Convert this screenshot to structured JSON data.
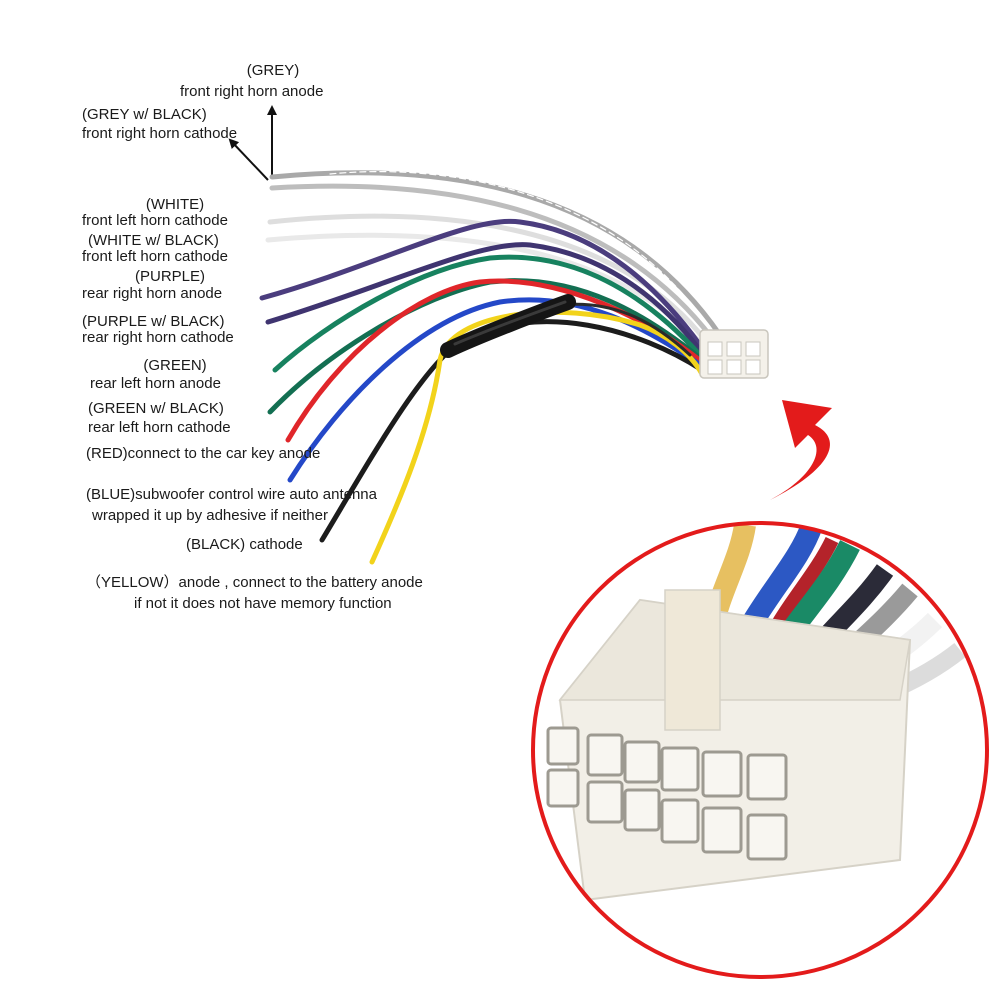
{
  "wire_labels": {
    "grey_color": "(GREY)",
    "grey_desc": "front right horn anode",
    "grey_black_color": "(GREY w/ BLACK)",
    "grey_black_desc": "front right horn cathode",
    "white_color": "(WHITE)",
    "white_desc": "front left horn cathode",
    "white_black_color": "(WHITE w/ BLACK)",
    "white_black_desc": "front left horn cathode",
    "purple_color": "(PURPLE)",
    "purple_desc": "rear right horn anode",
    "purple_black_color": "(PURPLE w/ BLACK)",
    "purple_black_desc": "rear right horn cathode",
    "green_color": "(GREEN)",
    "green_desc": "rear left horn anode",
    "green_black_color": "(GREEN w/ BLACK)",
    "green_black_desc": "rear left horn cathode",
    "red": "(RED)connect to the car key anode",
    "blue_line1": "(BLUE)subwoofer control wire auto antenna",
    "blue_line2": "wrapped it up by adhesive if neither",
    "black": "(BLACK) cathode",
    "yellow_line1": "（YELLOW）anode , connect to the battery anode",
    "yellow_line2": "if not it does not have memory function"
  },
  "wire_colors": {
    "grey": "#a9a9a9",
    "white": "#e4e4e4",
    "purple": "#4b3d7e",
    "green": "#17825f",
    "red": "#e0262a",
    "blue": "#2448c8",
    "black": "#1c1c1c",
    "yellow": "#f2d31b",
    "connector": "#f4f1ea",
    "callout_ring": "#e31b1b"
  }
}
